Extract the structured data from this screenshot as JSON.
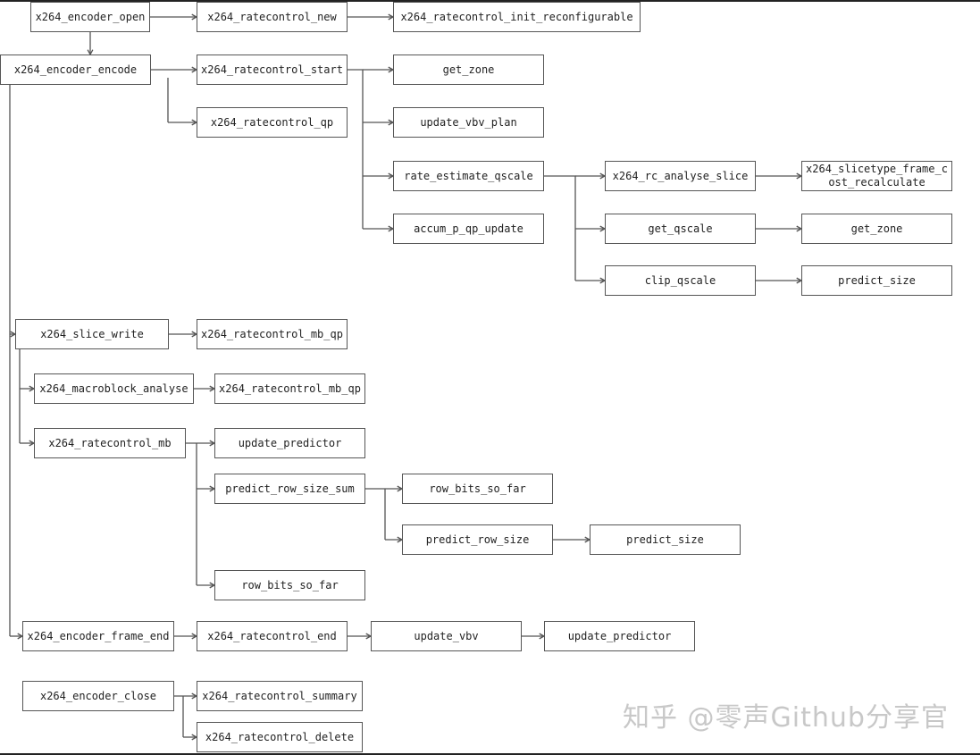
{
  "nodes": {
    "n1": "x264_encoder_open",
    "n2": "x264_ratecontrol_new",
    "n3": "x264_ratecontrol_init_reconfigurable",
    "n4": "x264_encoder_encode",
    "n5": "x264_ratecontrol_start",
    "n6": "get_zone",
    "n7": "x264_ratecontrol_qp",
    "n8": "update_vbv_plan",
    "n9": "rate_estimate_qscale",
    "n10": "x264_rc_analyse_slice",
    "n11": "x264_slicetype_frame_cost_recalculate",
    "n12": "accum_p_qp_update",
    "n13": "get_qscale",
    "n14": "get_zone",
    "n15": "clip_qscale",
    "n16": "predict_size",
    "n17": "x264_slice_write",
    "n18": "x264_ratecontrol_mb_qp",
    "n19": "x264_macroblock_analyse",
    "n20": "x264_ratecontrol_mb_qp",
    "n21": "x264_ratecontrol_mb",
    "n22": "update_predictor",
    "n23": "predict_row_size_sum",
    "n24": "row_bits_so_far",
    "n25": "predict_row_size",
    "n26": "predict_size",
    "n27": "row_bits_so_far",
    "n28": "x264_encoder_frame_end",
    "n29": "x264_ratecontrol_end",
    "n30": "update_vbv",
    "n31": "update_predictor",
    "n32": "x264_encoder_close",
    "n33": "x264_ratecontrol_summary",
    "n34": "x264_ratecontrol_delete"
  },
  "watermark": "知乎 @零声Github分享官",
  "colors": {
    "line": "#555555",
    "box_border": "#555555",
    "watermark": "#c8c8c8"
  }
}
